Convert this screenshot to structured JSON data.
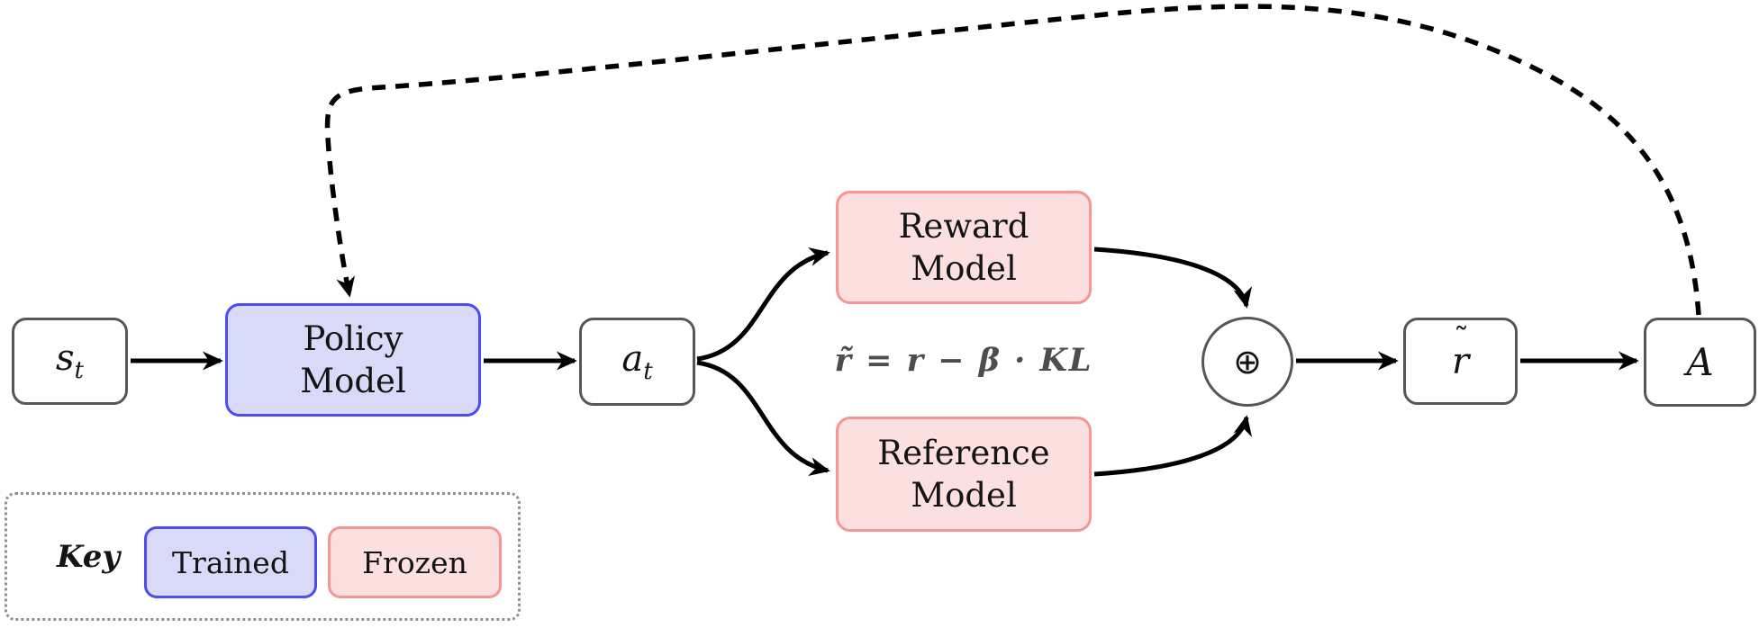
{
  "colors": {
    "trained_fill": "#d9d9f8",
    "trained_border": "#4c4cf0",
    "frozen_fill": "#fcdfdf",
    "frozen_border": "#f79595",
    "neutral_border": "#55555a",
    "arrow": "#000000",
    "formula_text": "#4d4d4d",
    "key_border": "#8f8f8f"
  },
  "nodes": {
    "state": {
      "base": "s",
      "sub": "t"
    },
    "policy": {
      "line1": "Policy",
      "line2": "Model"
    },
    "action": {
      "base": "a",
      "sub": "t"
    },
    "reward_model": {
      "line1": "Reward",
      "line2": "Model"
    },
    "reference_model": {
      "line1": "Reference",
      "line2": "Model"
    },
    "sum": {
      "symbol": "⊕"
    },
    "shaped_reward": {
      "base": "r",
      "accent": "˜"
    },
    "advantage": {
      "label": "A"
    }
  },
  "formula": {
    "text": "r̃ = r − β · KL"
  },
  "key": {
    "title": "Key",
    "items": [
      {
        "label": "Trained"
      },
      {
        "label": "Frozen"
      }
    ]
  }
}
